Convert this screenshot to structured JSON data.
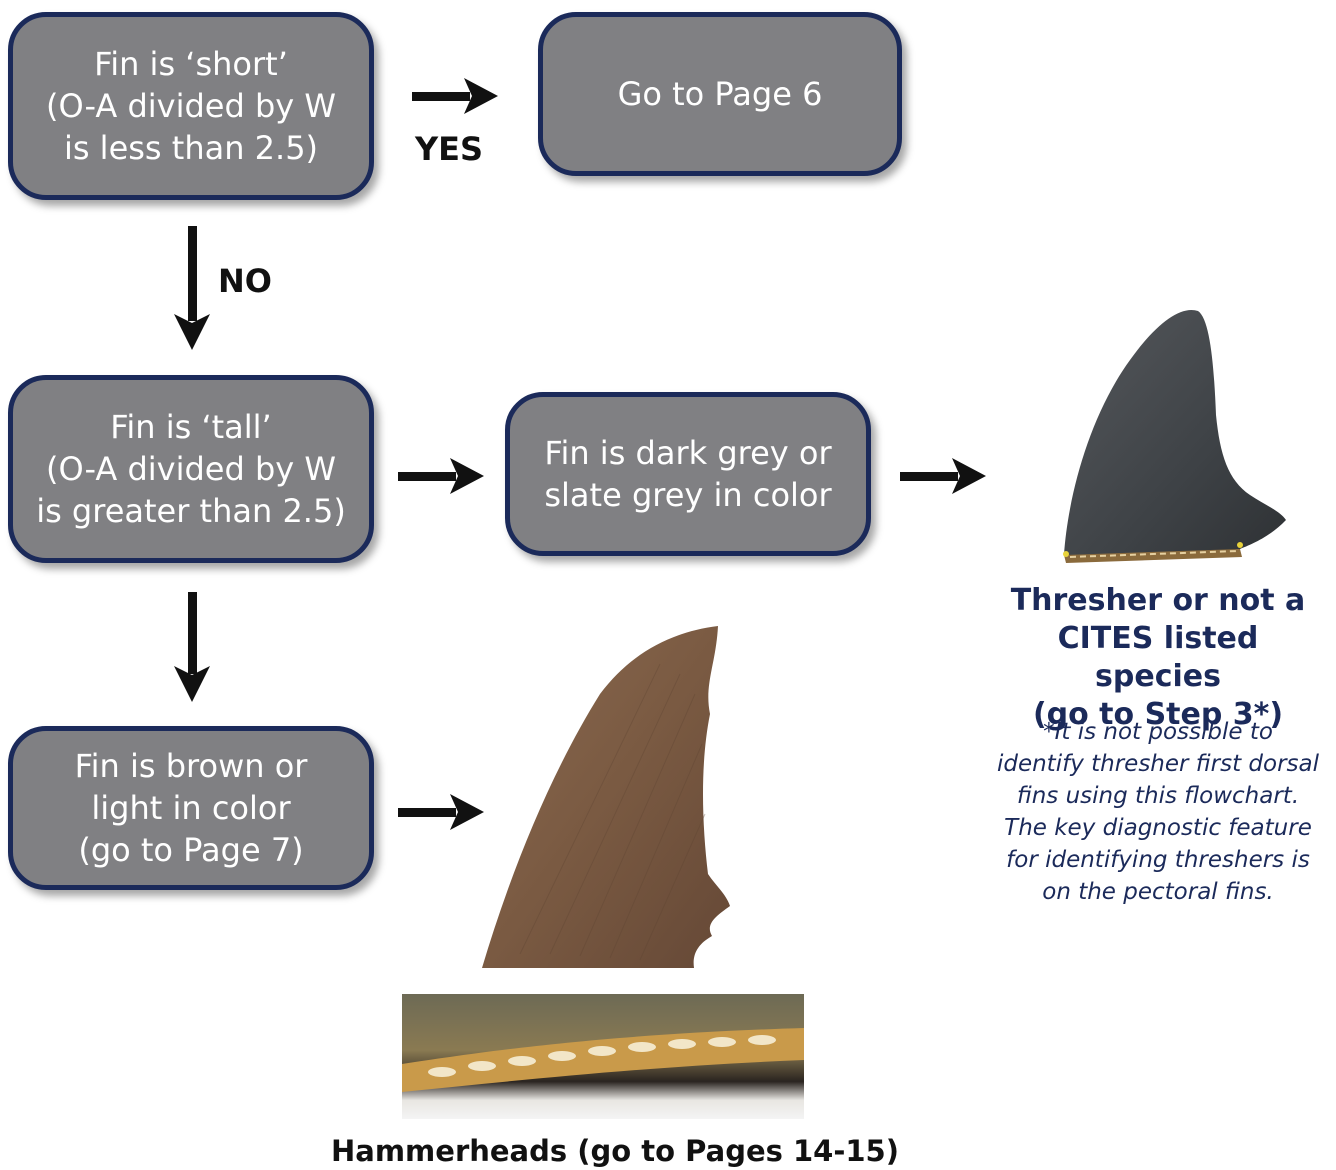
{
  "boxes": {
    "short": "Fin is ‘short’\n(O-A divided by W\nis less than 2.5)",
    "page6": "Go to Page 6",
    "tall": "Fin is ‘tall’\n(O-A divided by W\nis greater than 2.5)",
    "dark": "Fin is dark grey or\nslate grey in color",
    "brown": "Fin is brown or\nlight in color\n(go to Page 7)"
  },
  "labels": {
    "yes": "YES",
    "no": "NO"
  },
  "results": {
    "thresher": "Thresher or not a\nCITES listed species\n(go to Step 3*)",
    "note": "*It is not possible to\nidentify thresher first dorsal\nfins using this flowchart.\nThe key diagnostic feature\nfor identifying threshers is\non the pectoral fins.",
    "hammerheads": "Hammerheads (go to Pages 14-15)"
  },
  "colors": {
    "box_fill": "#808083",
    "box_border": "#1b2a5a",
    "text_dark": "#1b2a5a"
  }
}
